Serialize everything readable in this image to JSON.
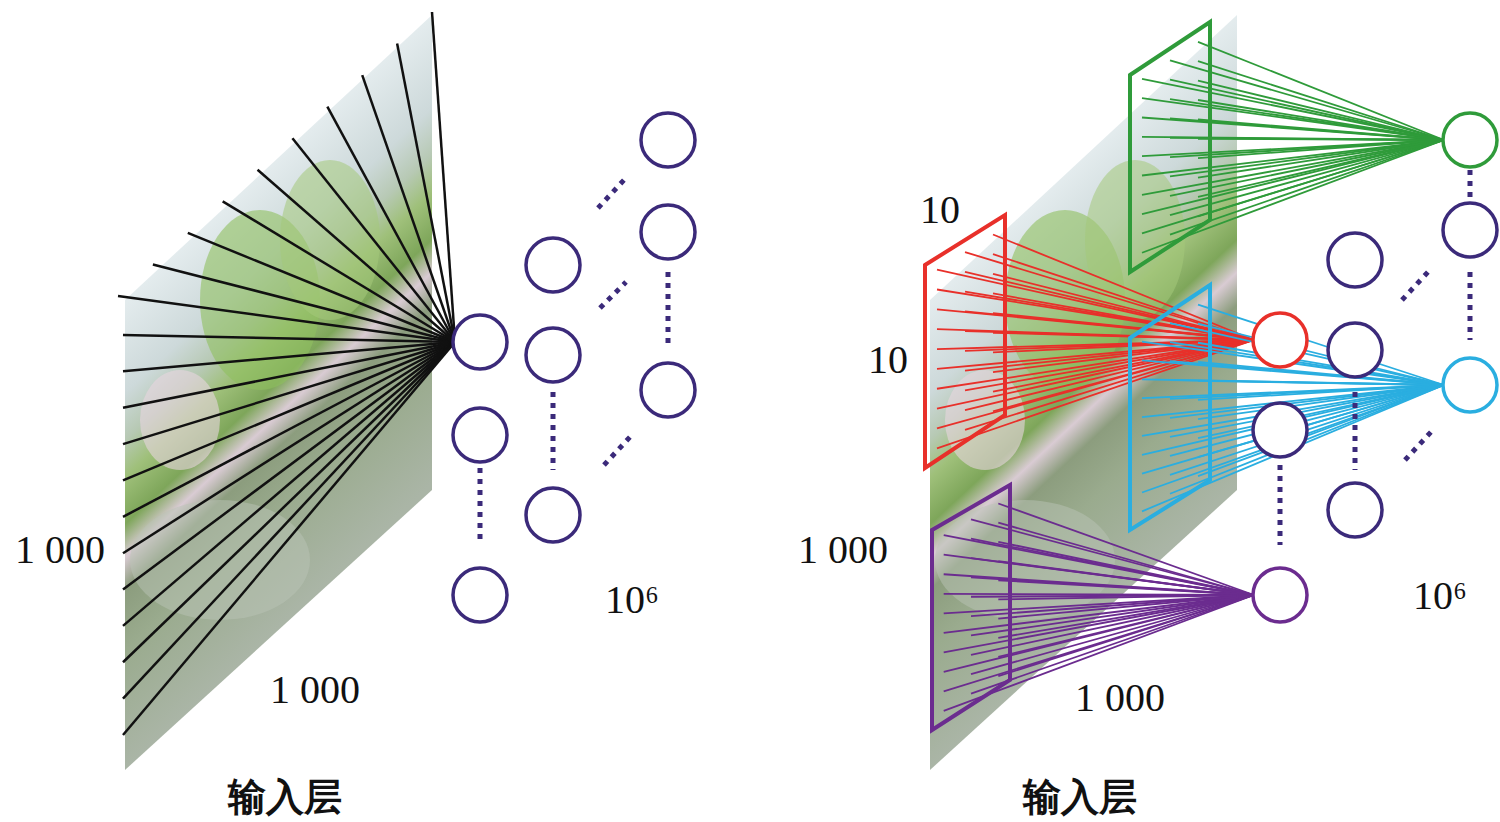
{
  "diagram": {
    "labels": [
      "1 000",
      "1 000",
      "10⁶",
      "输入层",
      "10",
      "10",
      "1 000",
      "1 000",
      "10⁶",
      "输入层"
    ]
  }
}
